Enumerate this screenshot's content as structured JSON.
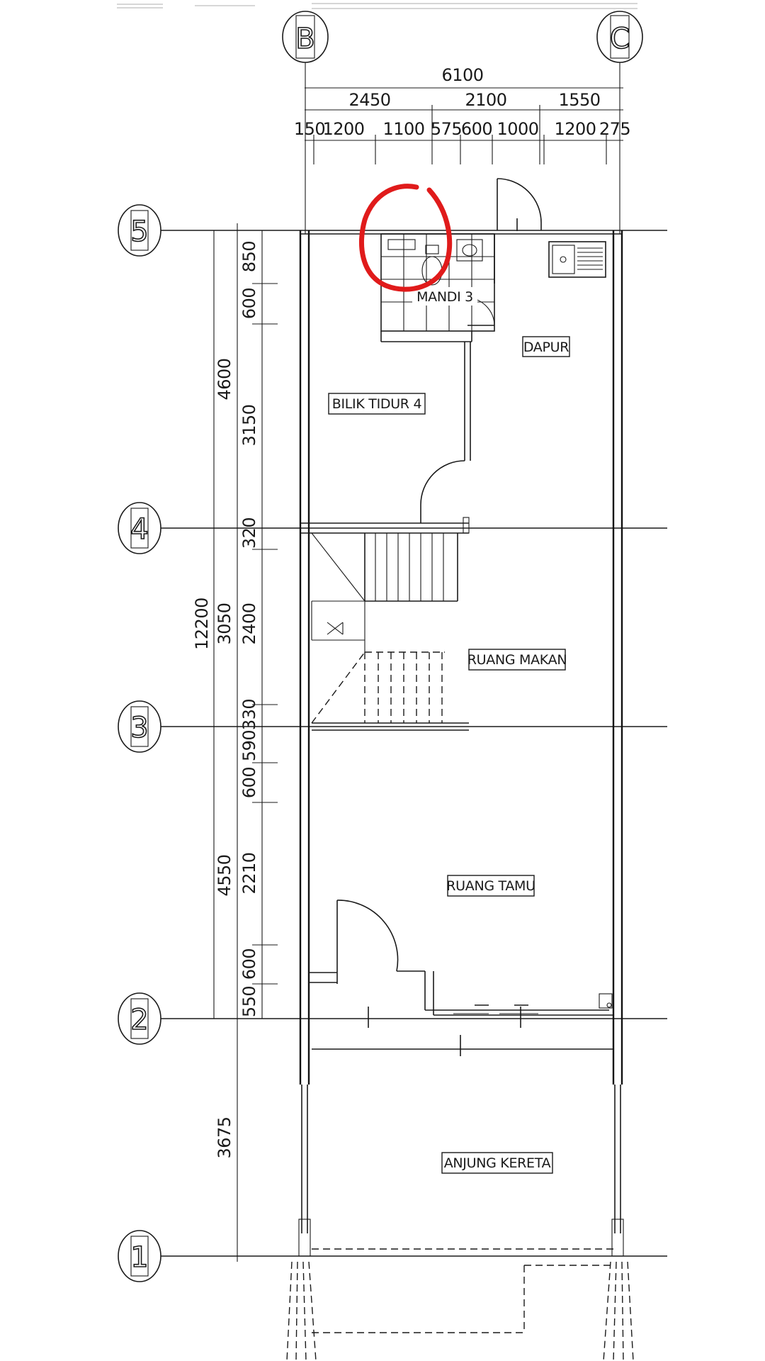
{
  "grid_columns": [
    "B",
    "C"
  ],
  "grid_rows": [
    "5",
    "4",
    "3",
    "2",
    "1"
  ],
  "top_dimensions": {
    "total": "6100",
    "level2": [
      "2450",
      "2100",
      "1550"
    ],
    "level3": [
      "150",
      "1200",
      "1100",
      "575",
      "600",
      "1000",
      "1200",
      "275"
    ]
  },
  "left_dimensions": {
    "overall": "12200",
    "mid": [
      "4600",
      "3050",
      "4550",
      "3675"
    ],
    "inner": [
      "850",
      "600",
      "3150",
      "320",
      "2400",
      "330",
      "590",
      "600",
      "2210",
      "600",
      "550"
    ]
  },
  "rooms": {
    "mandi": "MANDI 3",
    "dapur": "DAPUR",
    "bilik": "BILIK TIDUR 4",
    "makan": "RUANG MAKAN",
    "tamu": "RUANG TAMU",
    "anjung": "ANJUNG KERETA"
  },
  "markup": {
    "circle_color": "#e01b1b"
  },
  "colors": {
    "line": "#1a1a1a",
    "background": "#ffffff"
  }
}
